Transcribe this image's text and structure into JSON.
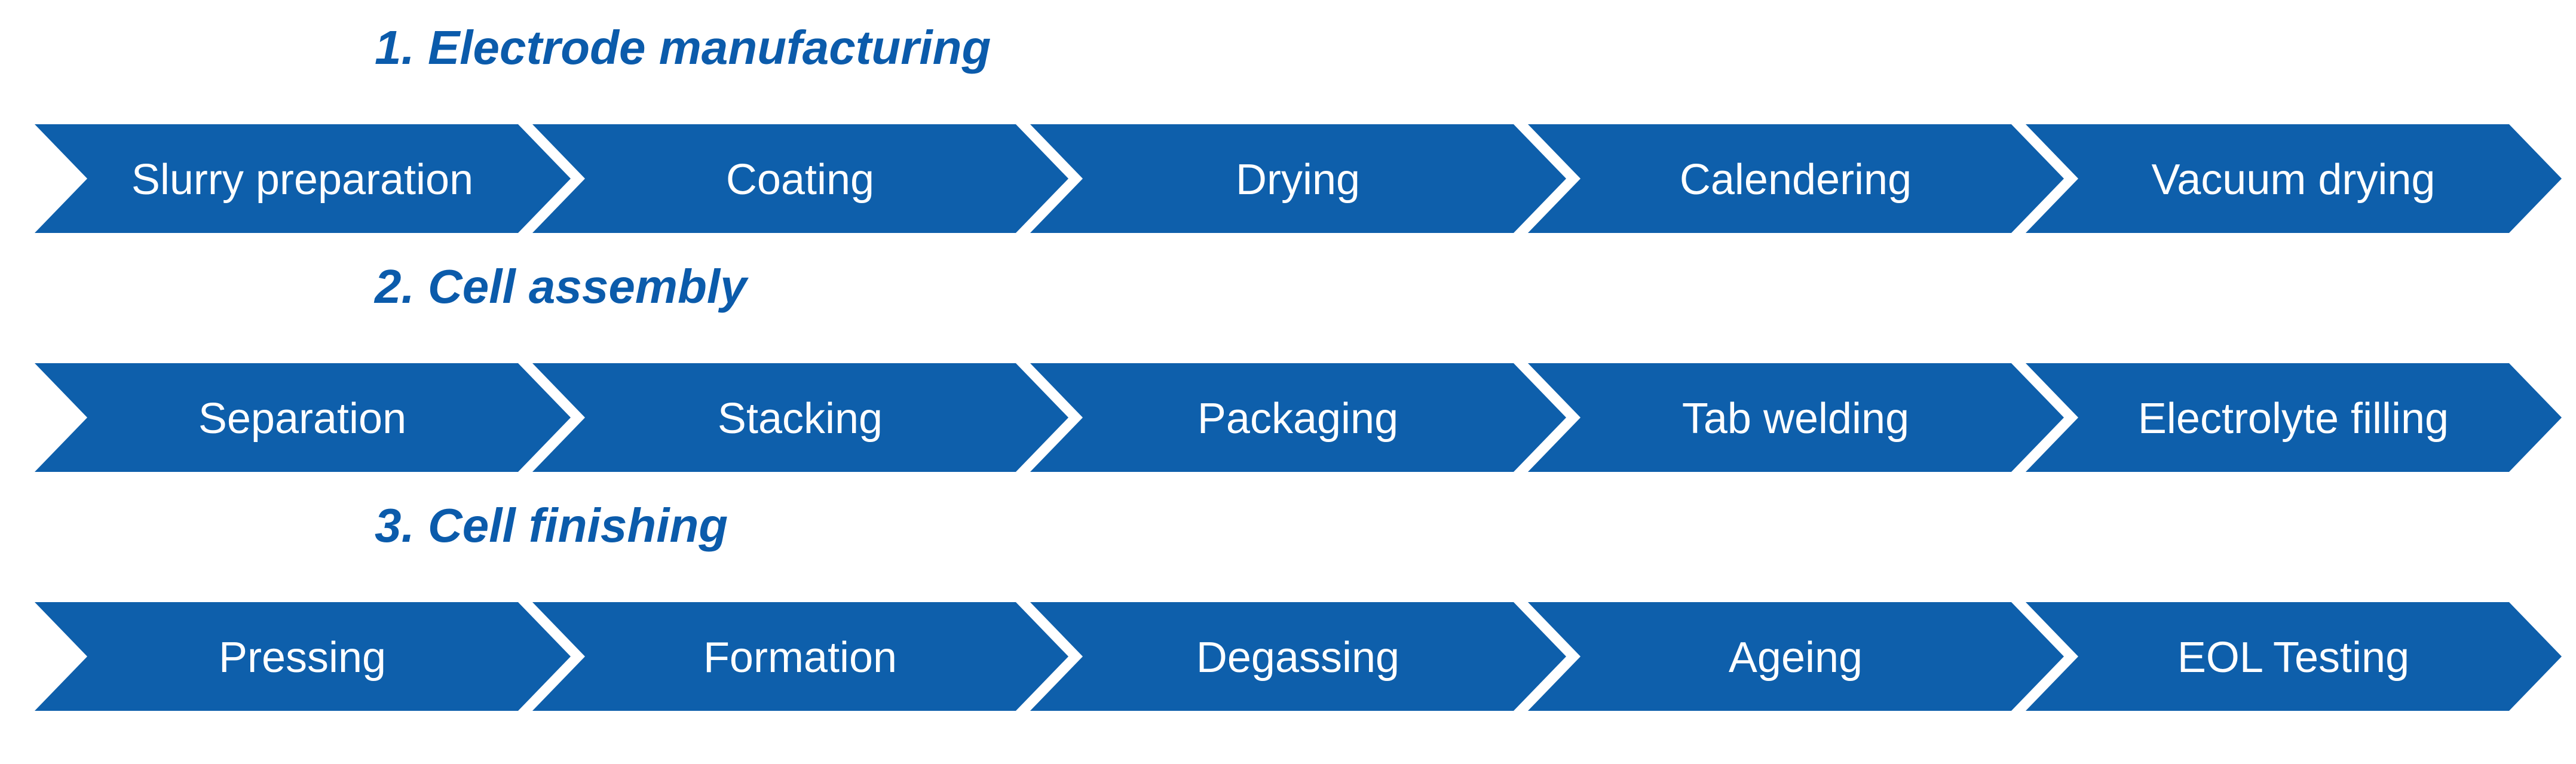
{
  "colors": {
    "chevron_blue": "#0E5FAB",
    "heading_blue": "#0B5BAB",
    "text_white": "#FFFFFF",
    "background": "#FFFFFF"
  },
  "process": {
    "stages": [
      {
        "heading": "1. Electrode manufacturing",
        "steps": [
          "Slurry preparation",
          "Coating",
          "Drying",
          "Calendering",
          "Vacuum drying"
        ]
      },
      {
        "heading": "2. Cell assembly",
        "steps": [
          "Separation",
          "Stacking",
          "Packaging",
          "Tab welding",
          "Electrolyte filling"
        ]
      },
      {
        "heading": "3. Cell finishing",
        "steps": [
          "Pressing",
          "Formation",
          "Degassing",
          "Ageing",
          "EOL Testing"
        ]
      }
    ]
  }
}
